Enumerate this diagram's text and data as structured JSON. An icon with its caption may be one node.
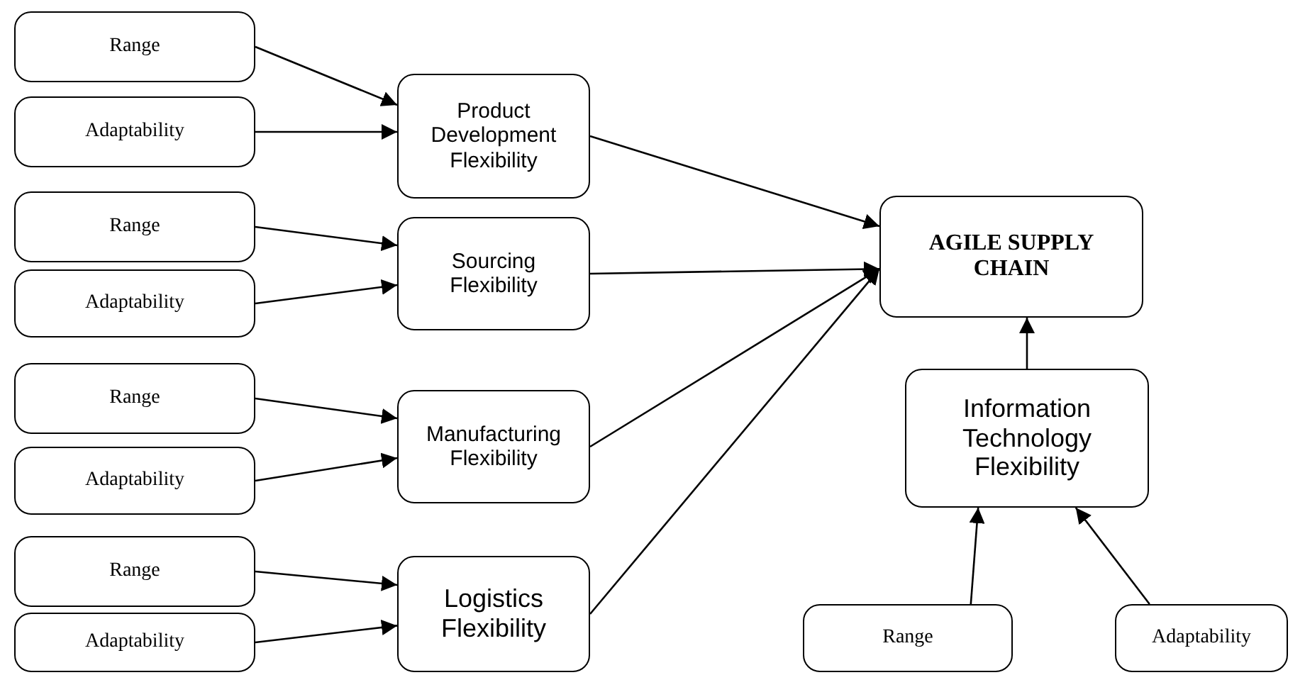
{
  "diagram": {
    "nodes": [
      {
        "text": [
          "Range"
        ]
      },
      {
        "text": [
          "Adaptability"
        ]
      },
      {
        "text": [
          "Product Development Flexibility"
        ]
      },
      {
        "text": [
          "Range"
        ]
      },
      {
        "text": [
          "Adaptability"
        ]
      },
      {
        "text": [
          "Sourcing Flexibility"
        ]
      },
      {
        "text": [
          "Range"
        ]
      },
      {
        "text": [
          "Adaptability"
        ]
      },
      {
        "text": [
          "Manufacturing Flexibility"
        ]
      },
      {
        "text": [
          "Range"
        ]
      },
      {
        "text": [
          "Adaptability"
        ]
      },
      {
        "text": [
          "Logistics Flexibility"
        ]
      },
      {
        "text": [
          "AGILE SUPPLY CHAIN"
        ]
      },
      {
        "text": [
          "Information Technology Flexibility"
        ]
      },
      {
        "text": [
          "Range"
        ]
      },
      {
        "text": [
          "Adaptability"
        ]
      }
    ],
    "edges": [
      {
        "from": 0,
        "to": 2,
        "arrow": "to"
      },
      {
        "from": 1,
        "to": 2,
        "arrow": "to"
      },
      {
        "from": 3,
        "to": 5,
        "arrow": "to"
      },
      {
        "from": 4,
        "to": 5,
        "arrow": "to"
      },
      {
        "from": 6,
        "to": 8,
        "arrow": "to"
      },
      {
        "from": 7,
        "to": 8,
        "arrow": "to"
      },
      {
        "from": 9,
        "to": 11,
        "arrow": "to"
      },
      {
        "from": 10,
        "to": 11,
        "arrow": "to"
      },
      {
        "from": 2,
        "to": 12,
        "arrow": "to"
      },
      {
        "from": 5,
        "to": 12,
        "arrow": "to"
      },
      {
        "from": 8,
        "to": 12,
        "arrow": "to"
      },
      {
        "from": 11,
        "to": 12,
        "arrow": "to"
      },
      {
        "from": 13,
        "to": 12,
        "arrow": "to"
      },
      {
        "from": 14,
        "to": 13,
        "arrow": "to"
      },
      {
        "from": 15,
        "to": 13,
        "arrow": "to"
      }
    ]
  }
}
